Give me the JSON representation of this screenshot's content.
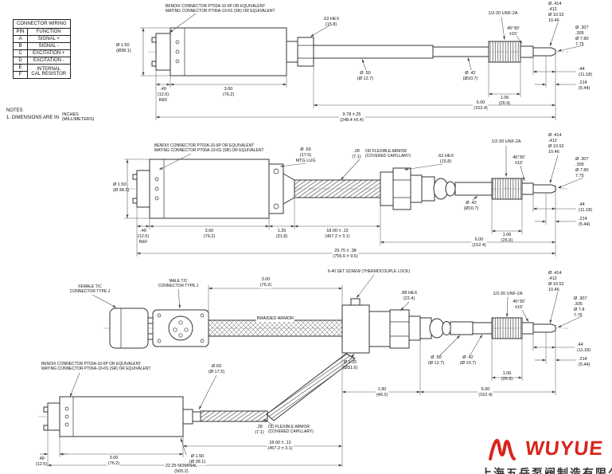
{
  "page": {
    "background": "#ffffff",
    "line_color": "#333333",
    "accent_red": "#d9251c"
  },
  "wiring_table": {
    "title": "CONNECTOR WIRING",
    "col_pin": "PIN",
    "col_function": "FUNCTION",
    "rows": [
      {
        "pin": "A",
        "fn": "SIGNAL +"
      },
      {
        "pin": "B",
        "fn": "SIGNAL -"
      },
      {
        "pin": "C",
        "fn": "EXCITATION +"
      },
      {
        "pin": "D",
        "fn": "EXCITATION -"
      }
    ],
    "row_e_pin": "E",
    "row_f_pin": "F",
    "row_ef_fn_line1": "INTERNAL",
    "row_ef_fn_line2": "CAL RESISTOR"
  },
  "notes": {
    "heading": "NOTES",
    "item1": "1. DIMENSIONS ARE IN",
    "units_line1": "INCHES",
    "units_line2": "(MILLIMETERS)"
  },
  "view1": {
    "bendix_line1": "BENDIX CONNECTOR PT02A-10-6P OR EQUIVALENT",
    "bendix_line2": "MATING CONNECTOR PT06A-10-6S (SR) OR EQUIVALENT",
    "hex_size": [
      ".62 HEX",
      "(15.8)"
    ],
    "thread_spec": "1/2-20 UNF-2A",
    "chamfer": [
      "45°30'",
      "±15'"
    ],
    "tip_dia_major": [
      "Ø .414",
      ".412",
      "Ø 10.52",
      "10.46"
    ],
    "tip_dia_minor": [
      "Ø .307",
      ".305",
      "Ø 7.80",
      "7.75"
    ],
    "dim_tip_len": [
      ".44",
      "(11.18)"
    ],
    "dim_tip_step": [
      ".214",
      "(5.44)"
    ],
    "dim_thread_len": [
      "1.06",
      "(26.9)"
    ],
    "dim_probe_len": [
      "6.00",
      "(152.4)"
    ],
    "dim_overall": [
      "9.78 ±.25",
      "(248.4 ±6.4)"
    ],
    "body_dia": [
      "Ø 1.50",
      "(Ø38.1)"
    ],
    "dim_connector": [
      ".49",
      "(12.5)",
      "REF"
    ],
    "dim_body_len": [
      "3.00",
      "(76.2)"
    ],
    "shaft_dia": [
      "Ø .50",
      "(Ø 12.7)"
    ],
    "stem_dia": [
      "Ø .42",
      "(Ø10.7)"
    ]
  },
  "view2": {
    "bendix_line1": "BENDIX CONNECTOR PT02A-10-6P OR EQUIVALENT",
    "bendix_line2": "MATING CONNECTOR PT06A-10-6S (SR) OR EQUIVALENT",
    "mtg_lug": [
      "Ø .69",
      "(17.5)",
      "MTG LUG"
    ],
    "armor_size": [
      ".28",
      "(7.1)"
    ],
    "armor_note": [
      "OD FLEXIBLE ARMOR",
      "(COVERED CAPILLARY)"
    ],
    "hex_size": [
      ".62 HEX",
      "(15.8)"
    ],
    "thread_spec": "1/2-20 UNF-2A",
    "chamfer": [
      "45°30'",
      "±15'"
    ],
    "tip_dia_major": [
      "Ø .414",
      ".412",
      "Ø 10.52",
      "10.46"
    ],
    "tip_dia_minor": [
      "Ø .307",
      ".305",
      "Ø 7.80",
      "7.75"
    ],
    "dim_tip_len": [
      ".44",
      "(11.18)"
    ],
    "dim_tip_step": [
      ".214",
      "(5.44)"
    ],
    "dim_thread_len": [
      "1.06",
      "(26.9)"
    ],
    "dim_probe_len": [
      "6.00",
      "(152.4)"
    ],
    "dim_overall": [
      "29.75 ± .38",
      "(755.6 ± 9.6)"
    ],
    "body_dia": [
      "Ø 1.50",
      "(Ø 38.1)"
    ],
    "dim_connector": [
      ".49",
      "(12.5)",
      "REF"
    ],
    "dim_body_len": [
      "3.00",
      "(76.2)"
    ],
    "dim_lug_len": [
      "1.25",
      "(31.8)"
    ],
    "dim_armor_len": [
      "18.00 ± .12",
      "(457.2 ± 3.1)"
    ],
    "stem_dia": [
      "Ø .42",
      "(Ø10.7)"
    ]
  },
  "view3": {
    "female_tc": [
      "FEMALE T/C",
      "CONNECTOR TYPE J"
    ],
    "male_tc": [
      "MALE T/C",
      "CONNECTOR TYPE J"
    ],
    "dim_top_len": [
      "3.00",
      "(76.2)"
    ],
    "set_screw_note": "6-40 SET SCREW (THERMOCOUPLE LOCK)",
    "hex_size": [
      ".88 HEX",
      "(22.4)"
    ],
    "thread_spec": "1/2-20 UNF-2A",
    "chamfer": [
      "45°30'",
      "±15'"
    ],
    "tip_dia_major": [
      "Ø .414",
      ".412",
      "Ø 10.52",
      "10.46"
    ],
    "tip_dia_minor": [
      "Ø .307",
      ".305",
      "Ø 7.8",
      "7.75"
    ],
    "braided_armor": "BRAIDED ARMOR",
    "head_dia": [
      "Ø 1.25",
      "(Ø31.6)"
    ],
    "shaft_dia": [
      "Ø .50",
      "(Ø 12.7)"
    ],
    "stem_dia": [
      "Ø .42",
      "(Ø 10.7)"
    ],
    "dim_tip_len": [
      ".44",
      "(11.18)"
    ],
    "dim_tip_step": [
      ".214",
      "(5.44)"
    ],
    "dim_head_len": [
      "1.90",
      "(48.2)"
    ],
    "dim_thread_len": [
      "1.06",
      "(26.9)"
    ],
    "dim_probe_len": [
      "6.00",
      "(152.4)"
    ],
    "bendix_line1": "BENDIX CONNECTOR PT02A-10-6P OR EQUIVALENT",
    "bendix_line2": "MATING CONNECTOR PT06A-10-6S (SR) OR EQUIVALENT",
    "lug_dia": [
      "Ø.69",
      "(Ø 17.5)"
    ],
    "armor_size": [
      ".28",
      "(7.1)"
    ],
    "armor_note": [
      "OD FLEXIBLE ARMOR",
      "(COVERED CAPILLARY)"
    ],
    "dim_armor_len": [
      "18.00 ± .12",
      "(457.2 ± 3.1)"
    ],
    "dim_body_len": [
      "3.00",
      "(76.2)"
    ],
    "body_dia": [
      "Ø 1.50",
      "(Ø 38.1)"
    ],
    "dim_connector": [
      ".49",
      "(12.5)"
    ],
    "dim_overall": [
      "22.25 NOMINAL",
      "(565.2)"
    ]
  },
  "logo": {
    "brand": "WUYUE",
    "company": "上海五岳泵阀制造有限公司"
  }
}
